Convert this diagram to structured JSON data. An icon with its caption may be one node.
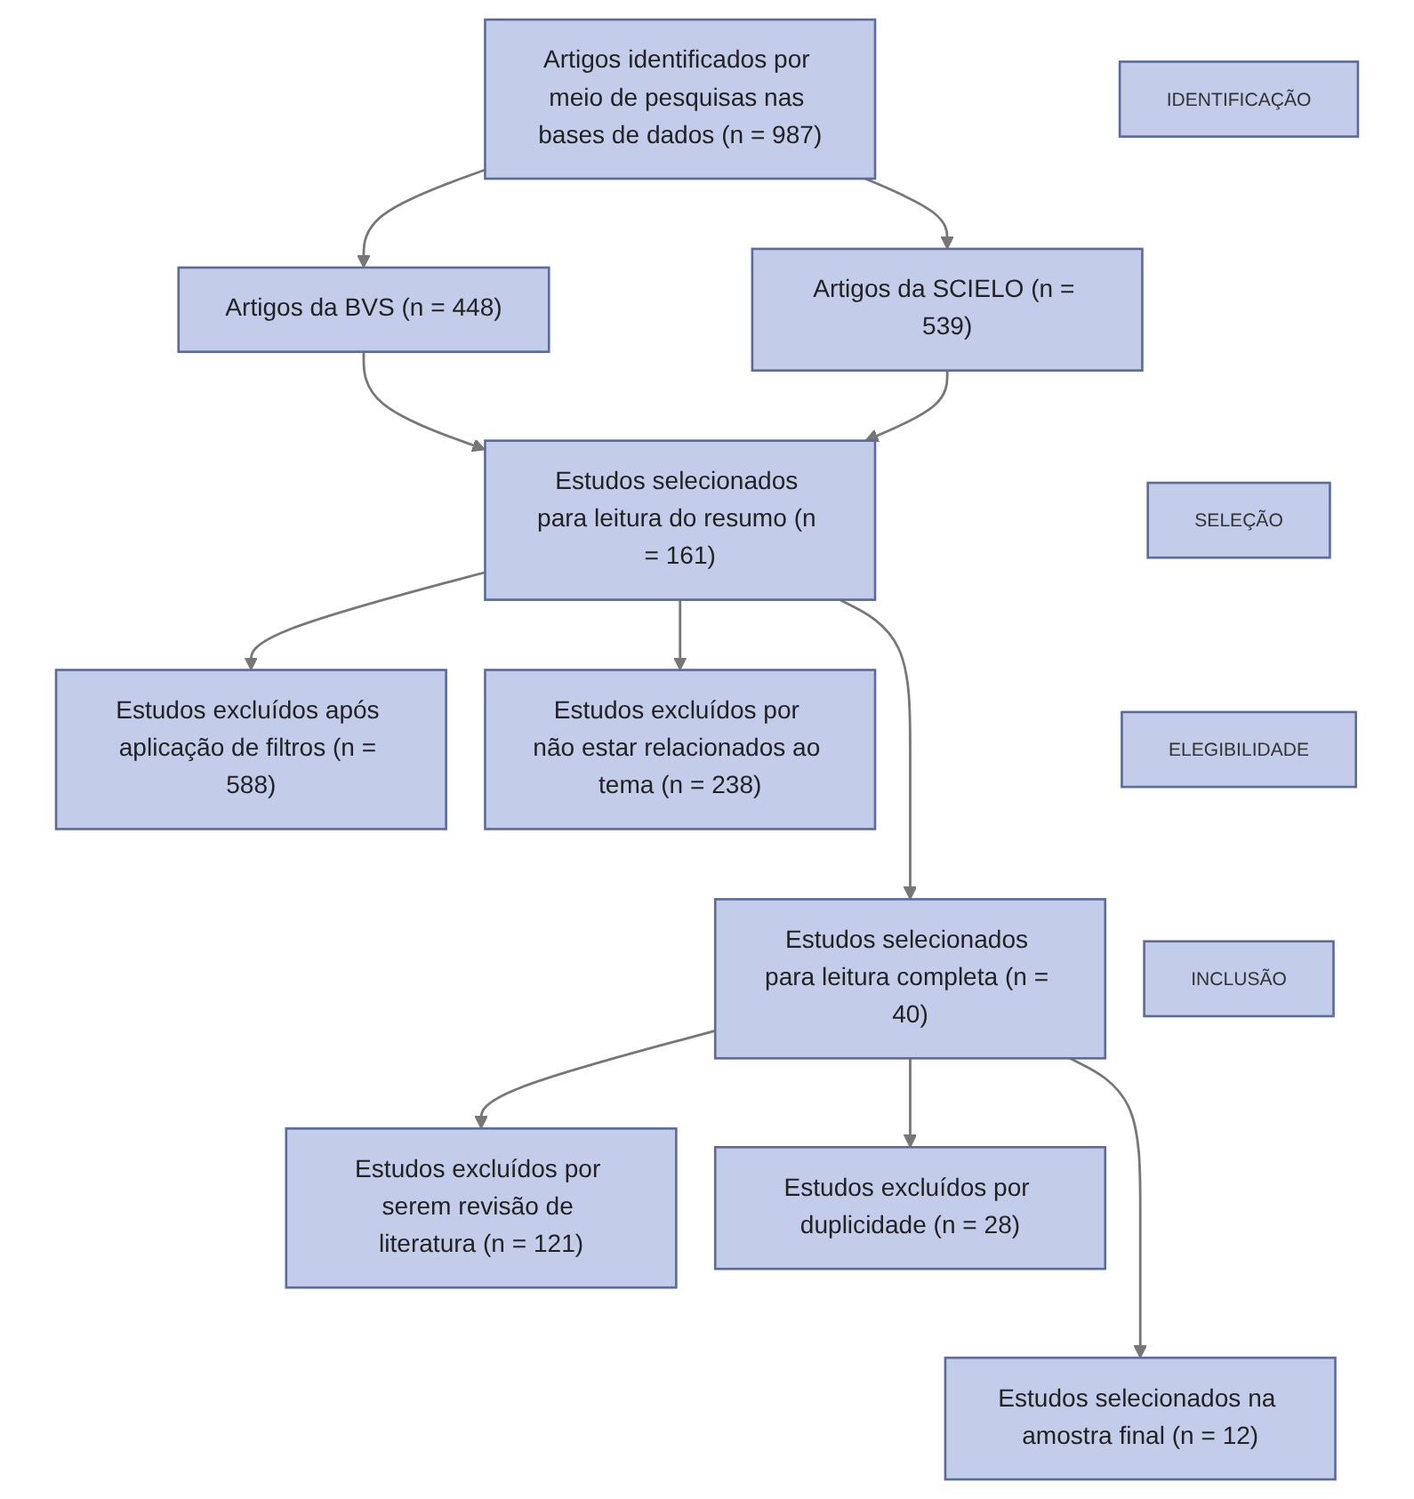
{
  "diagram": {
    "nodes": [
      {
        "text": [
          "IDENTIFICAÇÃO"
        ]
      },
      {
        "text": [
          "Artigos identificados por meio de pesquisas nas bases de dados (n = 987)"
        ]
      },
      {
        "text": [
          "Artigos da BVS (n = 448)"
        ]
      },
      {
        "text": [
          "Artigos da SCIELO (n = 539)"
        ]
      },
      {
        "text": [
          "SELEÇÃO"
        ]
      },
      {
        "text": [
          "Estudos excluídos após aplicação de filtros (n = 588)"
        ]
      },
      {
        "text": [
          "Estudos selecionados para leitura do resumo (n = 161)"
        ]
      },
      {
        "text": [
          "Estudos excluídos por não estar relacionados ao tema (n = 238)"
        ]
      },
      {
        "text": [
          "ELEGIBILIDADE"
        ]
      },
      {
        "text": [
          "Estudos excluídos por serem revisão de literatura (n = 121)"
        ]
      },
      {
        "text": [
          "Estudos selecionados para leitura completa (n = 40)"
        ]
      },
      {
        "text": [
          "Estudos excluídos por duplicidade (n = 28)"
        ]
      },
      {
        "text": [
          "INCLUSÃO"
        ]
      },
      {
        "text": [
          "Estudos selecionados na amostra final (n = 12)"
        ]
      }
    ],
    "edges": [
      {
        "from": 1,
        "to": 2,
        "arrow": "to"
      },
      {
        "from": 1,
        "to": 3,
        "arrow": "to"
      },
      {
        "from": 2,
        "to": 6,
        "arrow": "to"
      },
      {
        "from": 3,
        "to": 6,
        "arrow": "to"
      },
      {
        "from": 6,
        "to": 5,
        "arrow": "to"
      },
      {
        "from": 6,
        "to": 7,
        "arrow": "to"
      },
      {
        "from": 6,
        "to": 10,
        "arrow": "to"
      },
      {
        "from": 10,
        "to": 9,
        "arrow": "to"
      },
      {
        "from": 10,
        "to": 11,
        "arrow": "to"
      },
      {
        "from": 10,
        "to": 13,
        "arrow": "to"
      }
    ]
  }
}
